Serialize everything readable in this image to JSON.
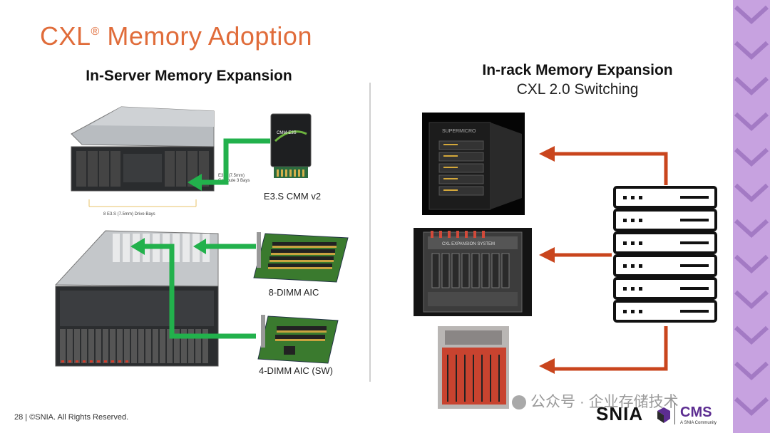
{
  "slide": {
    "title_main": "CXL",
    "title_reg": "®",
    "title_rest": " Memory Adoption",
    "footer": "28 | ©SNIA. All Rights Reserved."
  },
  "left": {
    "heading": "In-Server Memory Expansion",
    "e3s_caption": "E3.S CMM v2",
    "e3s_card_brand": "CMM-E3S",
    "server_bays_label": "8 E3.S (7.5mm) Drive Bays",
    "server_callout_line1": "E3.S (7.5mm)",
    "server_callout_line2": "Compute 3 Bays",
    "aic8_caption": "8-DIMM AIC",
    "aic4_caption": "4-DIMM AIC (SW)"
  },
  "right": {
    "heading": "In-rack Memory Expansion",
    "subheading": "CXL 2.0 Switching",
    "rack_brand": "SUPERMICRO",
    "chassis_label": "CXL EXPANSION SYSTEM"
  },
  "watermark": {
    "text": "公众号 · 企业存储技术"
  },
  "logos": {
    "snia": "SNIA",
    "cms": "CMS",
    "cms_sub": "A SNIA Community"
  },
  "colors": {
    "title": "#e06c3a",
    "green_arrow": "#22b14c",
    "red_arrow": "#c9451d",
    "sidebar": "#c7a2e0"
  }
}
